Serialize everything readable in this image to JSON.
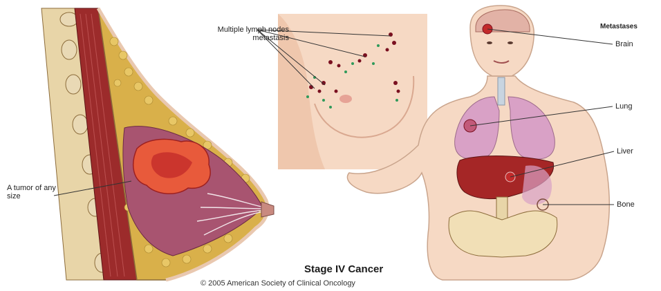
{
  "labels": {
    "lymph_nodes": "Multiple lymph nodes metastasis",
    "tumor": "A tumor of any size",
    "metastases_heading": "Metastases",
    "brain": "Brain",
    "lung": "Lung",
    "liver": "Liver",
    "bone": "Bone"
  },
  "title": "Stage IV Cancer",
  "copyright": "© 2005 American Society of Clinical Oncology",
  "colors": {
    "skin": "#f6d9c4",
    "fat": "#d9b04a",
    "muscle": "#9c2b2b",
    "lung": "#d9a1c6",
    "liver": "#a52626",
    "tumor": "#e85a3b",
    "node_dark": "#7a1020",
    "node_green": "#2f9a5a"
  }
}
